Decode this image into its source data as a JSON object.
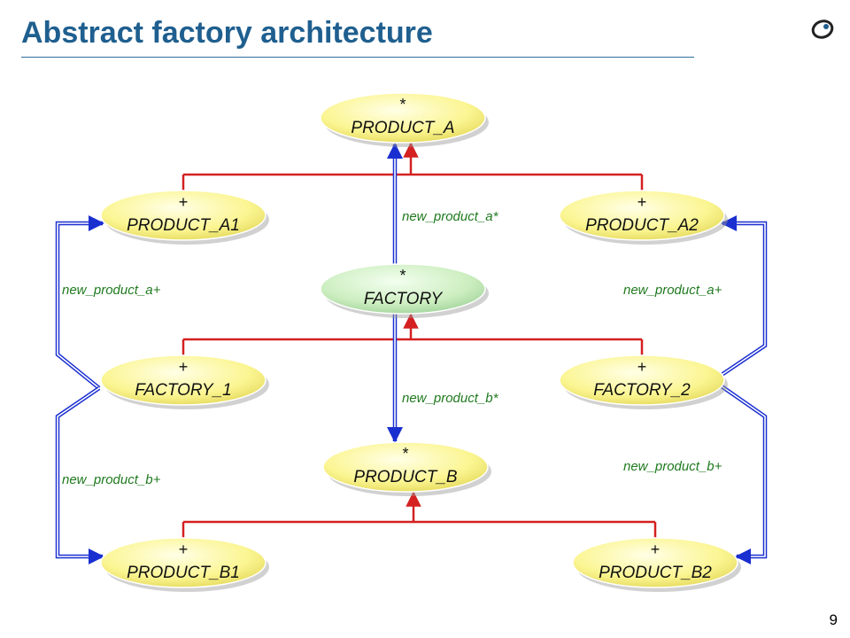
{
  "slide": {
    "title": "Abstract factory architecture",
    "page_number": "9",
    "logo_icon": "eiffel-logo-icon"
  },
  "colors": {
    "title": "#1f5f8f",
    "inheritance": "#d42020",
    "client": "#1a2fd0",
    "feature_label": "#1f7a1f",
    "deferred_class_fill": "#ffffa8",
    "effective_class_fill": "#ffffa8",
    "factory_fill": "#d4f2c4"
  },
  "classes": [
    {
      "id": "product_a",
      "name": "PRODUCT_A",
      "mark": "*",
      "kind": "deferred"
    },
    {
      "id": "product_a1",
      "name": "PRODUCT_A1",
      "mark": "+",
      "kind": "effective"
    },
    {
      "id": "product_a2",
      "name": "PRODUCT_A2",
      "mark": "+",
      "kind": "effective"
    },
    {
      "id": "factory",
      "name": "FACTORY",
      "mark": "*",
      "kind": "deferred-factory"
    },
    {
      "id": "factory_1",
      "name": "FACTORY_1",
      "mark": "+",
      "kind": "effective"
    },
    {
      "id": "factory_2",
      "name": "FACTORY_2",
      "mark": "+",
      "kind": "effective"
    },
    {
      "id": "product_b",
      "name": "PRODUCT_B",
      "mark": "*",
      "kind": "deferred"
    },
    {
      "id": "product_b1",
      "name": "PRODUCT_B1",
      "mark": "+",
      "kind": "effective"
    },
    {
      "id": "product_b2",
      "name": "PRODUCT_B2",
      "mark": "+",
      "kind": "effective"
    }
  ],
  "inheritance": [
    {
      "parent": "product_a",
      "children": [
        "product_a1",
        "product_a2"
      ]
    },
    {
      "parent": "factory",
      "children": [
        "factory_1",
        "factory_2"
      ]
    },
    {
      "parent": "product_b",
      "children": [
        "product_b1",
        "product_b2"
      ]
    }
  ],
  "client_links": [
    {
      "from": "factory",
      "to": "product_a",
      "label": "new_product_a*"
    },
    {
      "from": "factory",
      "to": "product_b",
      "label": "new_product_b*"
    },
    {
      "from": "factory_1",
      "to": "product_a1",
      "label": "new_product_a+"
    },
    {
      "from": "factory_1",
      "to": "product_b1",
      "label": "new_product_b+"
    },
    {
      "from": "factory_2",
      "to": "product_a2",
      "label": "new_product_a+"
    },
    {
      "from": "factory_2",
      "to": "product_b2",
      "label": "new_product_b+"
    }
  ]
}
